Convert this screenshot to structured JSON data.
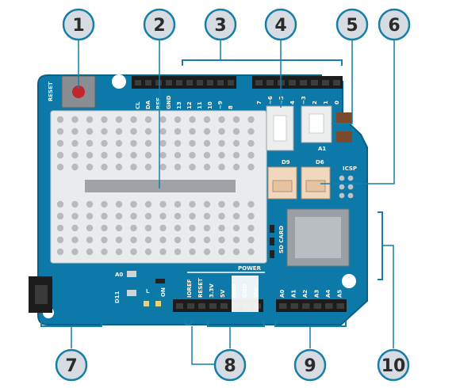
{
  "colors": {
    "pcb": "#0d79a8",
    "pcb_edge": "#0a5f85",
    "callout_fill": "#d7dce2",
    "callout_stroke": "#167fa9",
    "leader": "#167fa9",
    "header_black": "#1c1c1c",
    "breadboard": "#e9ebed",
    "breadboard_hole": "#b7bbc0",
    "connector": "#f1d7be",
    "connector_white": "#eceeed",
    "sd_slot": "#9aa0a6"
  },
  "callouts": [
    "1",
    "2",
    "3",
    "4",
    "5",
    "6",
    "7",
    "8",
    "9",
    "10"
  ],
  "board": {
    "reset_label": "RESET",
    "top_header_left": [
      "CL",
      "DA",
      "REF",
      "GND",
      "13",
      "12",
      "11",
      "10",
      "~9",
      "8"
    ],
    "top_header_right": [
      "7",
      "~6",
      "~5",
      "4",
      "~3",
      "2",
      "1",
      "0"
    ],
    "power_header": [
      "IOREF",
      "RESET",
      "3.3V",
      "5V",
      "GND",
      "GND",
      "Vin"
    ],
    "power_label": "POWER",
    "analog_header": [
      "A0",
      "A1",
      "A2",
      "A3",
      "A4",
      "A5"
    ],
    "connector_labels": [
      "A1",
      "D9",
      "D6",
      "ICSP"
    ],
    "sd_label": "SD CARD",
    "led_labels": [
      "A0",
      "D11",
      "L",
      "ON"
    ]
  },
  "icons": [
    "reset-button-icon",
    "audio-jack-icon",
    "sd-card-slot-icon"
  ]
}
